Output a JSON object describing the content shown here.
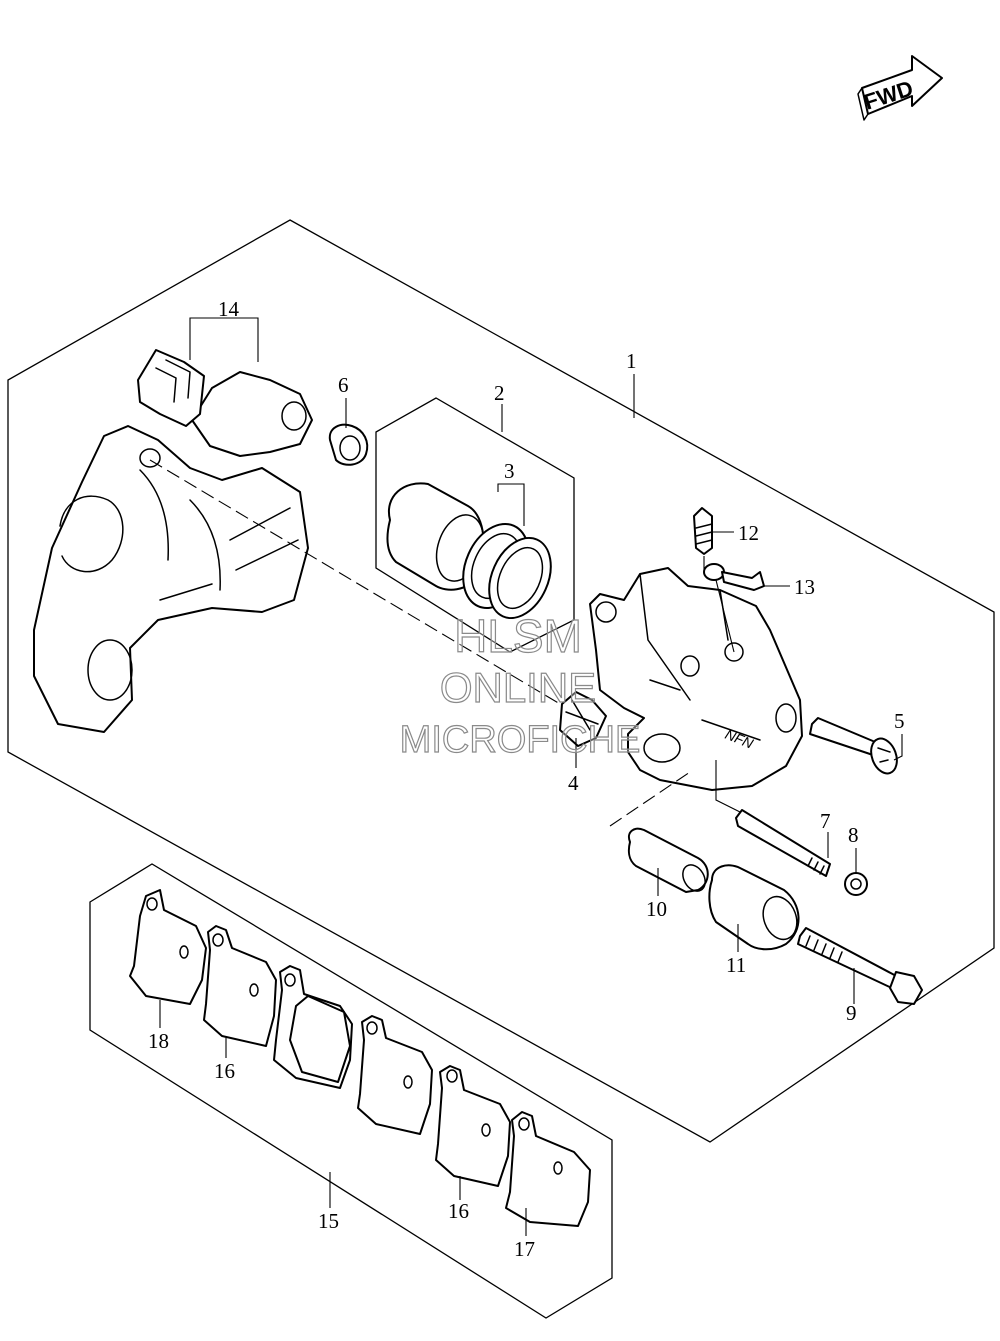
{
  "fwd_badge": {
    "label": "FWD"
  },
  "watermark": {
    "line1": "HLSM",
    "line2": "ONLINE",
    "line3": "MICROFICHE"
  },
  "callouts": [
    "1",
    "2",
    "3",
    "4",
    "5",
    "6",
    "7",
    "8",
    "9",
    "10",
    "11",
    "12",
    "13",
    "14",
    "15",
    "16",
    "16",
    "17",
    "18"
  ],
  "colors": {
    "line": "#000000",
    "background": "#ffffff",
    "watermark_outline": "#8a8a8a"
  }
}
